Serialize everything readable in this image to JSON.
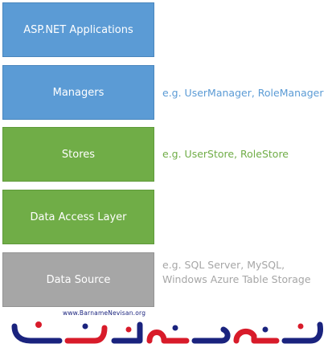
{
  "layers": [
    {
      "label": "ASP.NET Applications",
      "color": "blue"
    },
    {
      "label": "Managers",
      "color": "blue"
    },
    {
      "label": "Stores",
      "color": "green"
    },
    {
      "label": "Data Access Layer",
      "color": "green"
    },
    {
      "label": "Data Source",
      "color": "gray"
    }
  ],
  "notes": {
    "managers": "e.g. UserManager, RoleManager",
    "stores": "e.g. UserStore, RoleStore",
    "data_source": "e.g. SQL Server, MySQL, Windows Azure Table Storage"
  },
  "watermark": {
    "url": "www.BarnameNevisan.org",
    "logo_text": "برنامه نویسان"
  },
  "colors": {
    "blue": "#5b9bd5",
    "green": "#70ad47",
    "gray": "#a6a6a6",
    "logo_navy": "#1a237e",
    "logo_red": "#d81b2a"
  }
}
